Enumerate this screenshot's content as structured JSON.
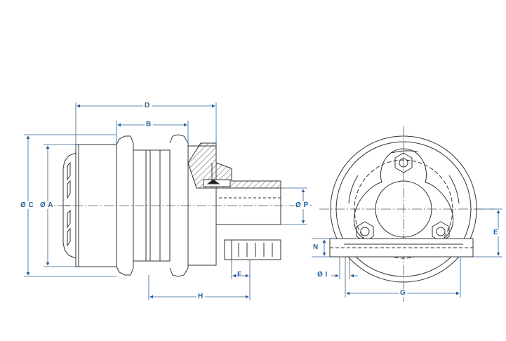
{
  "labels": {
    "D": "D",
    "B": "B",
    "C": "Ø C",
    "A": "Ø A",
    "P": "Ø P",
    "F": "F",
    "H": "H",
    "N": "N",
    "I": "Ø I",
    "G": "G",
    "E": "E"
  },
  "colors": {
    "line": "#333333",
    "dimension": "#2a5f96",
    "hatch": "#444444"
  }
}
